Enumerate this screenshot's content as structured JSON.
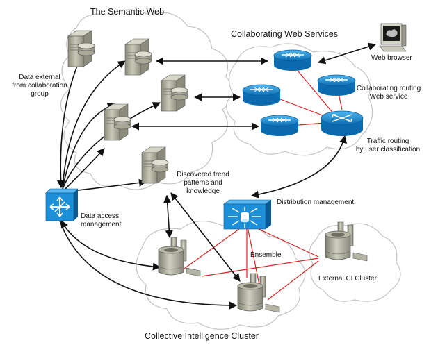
{
  "title_semantic_web": "The Semantic Web",
  "title_collab_services": "Collaborating Web Services",
  "title_ci_cluster": "Collective Intelligence Cluster",
  "labels": {
    "data_external": "Data external\nfrom collaboration\ngroup",
    "web_browser": "Web browser",
    "collab_routing": "Collaborating routing\nWeb service",
    "traffic_routing": "Traffic routing\nby user classification",
    "discovered": "Discovered trend\npatterns and\nknowledge",
    "data_access": "Data access\nmanagement",
    "distribution": "Distribution management",
    "ensemble": "Ensemble",
    "external_ci": "External CI Cluster"
  },
  "colors": {
    "router": "#1a8fd6",
    "connector_red": "#e02020",
    "connector_black": "#111111",
    "server": "#b8b8a6",
    "cloud_stroke": "#bdbdbd"
  }
}
